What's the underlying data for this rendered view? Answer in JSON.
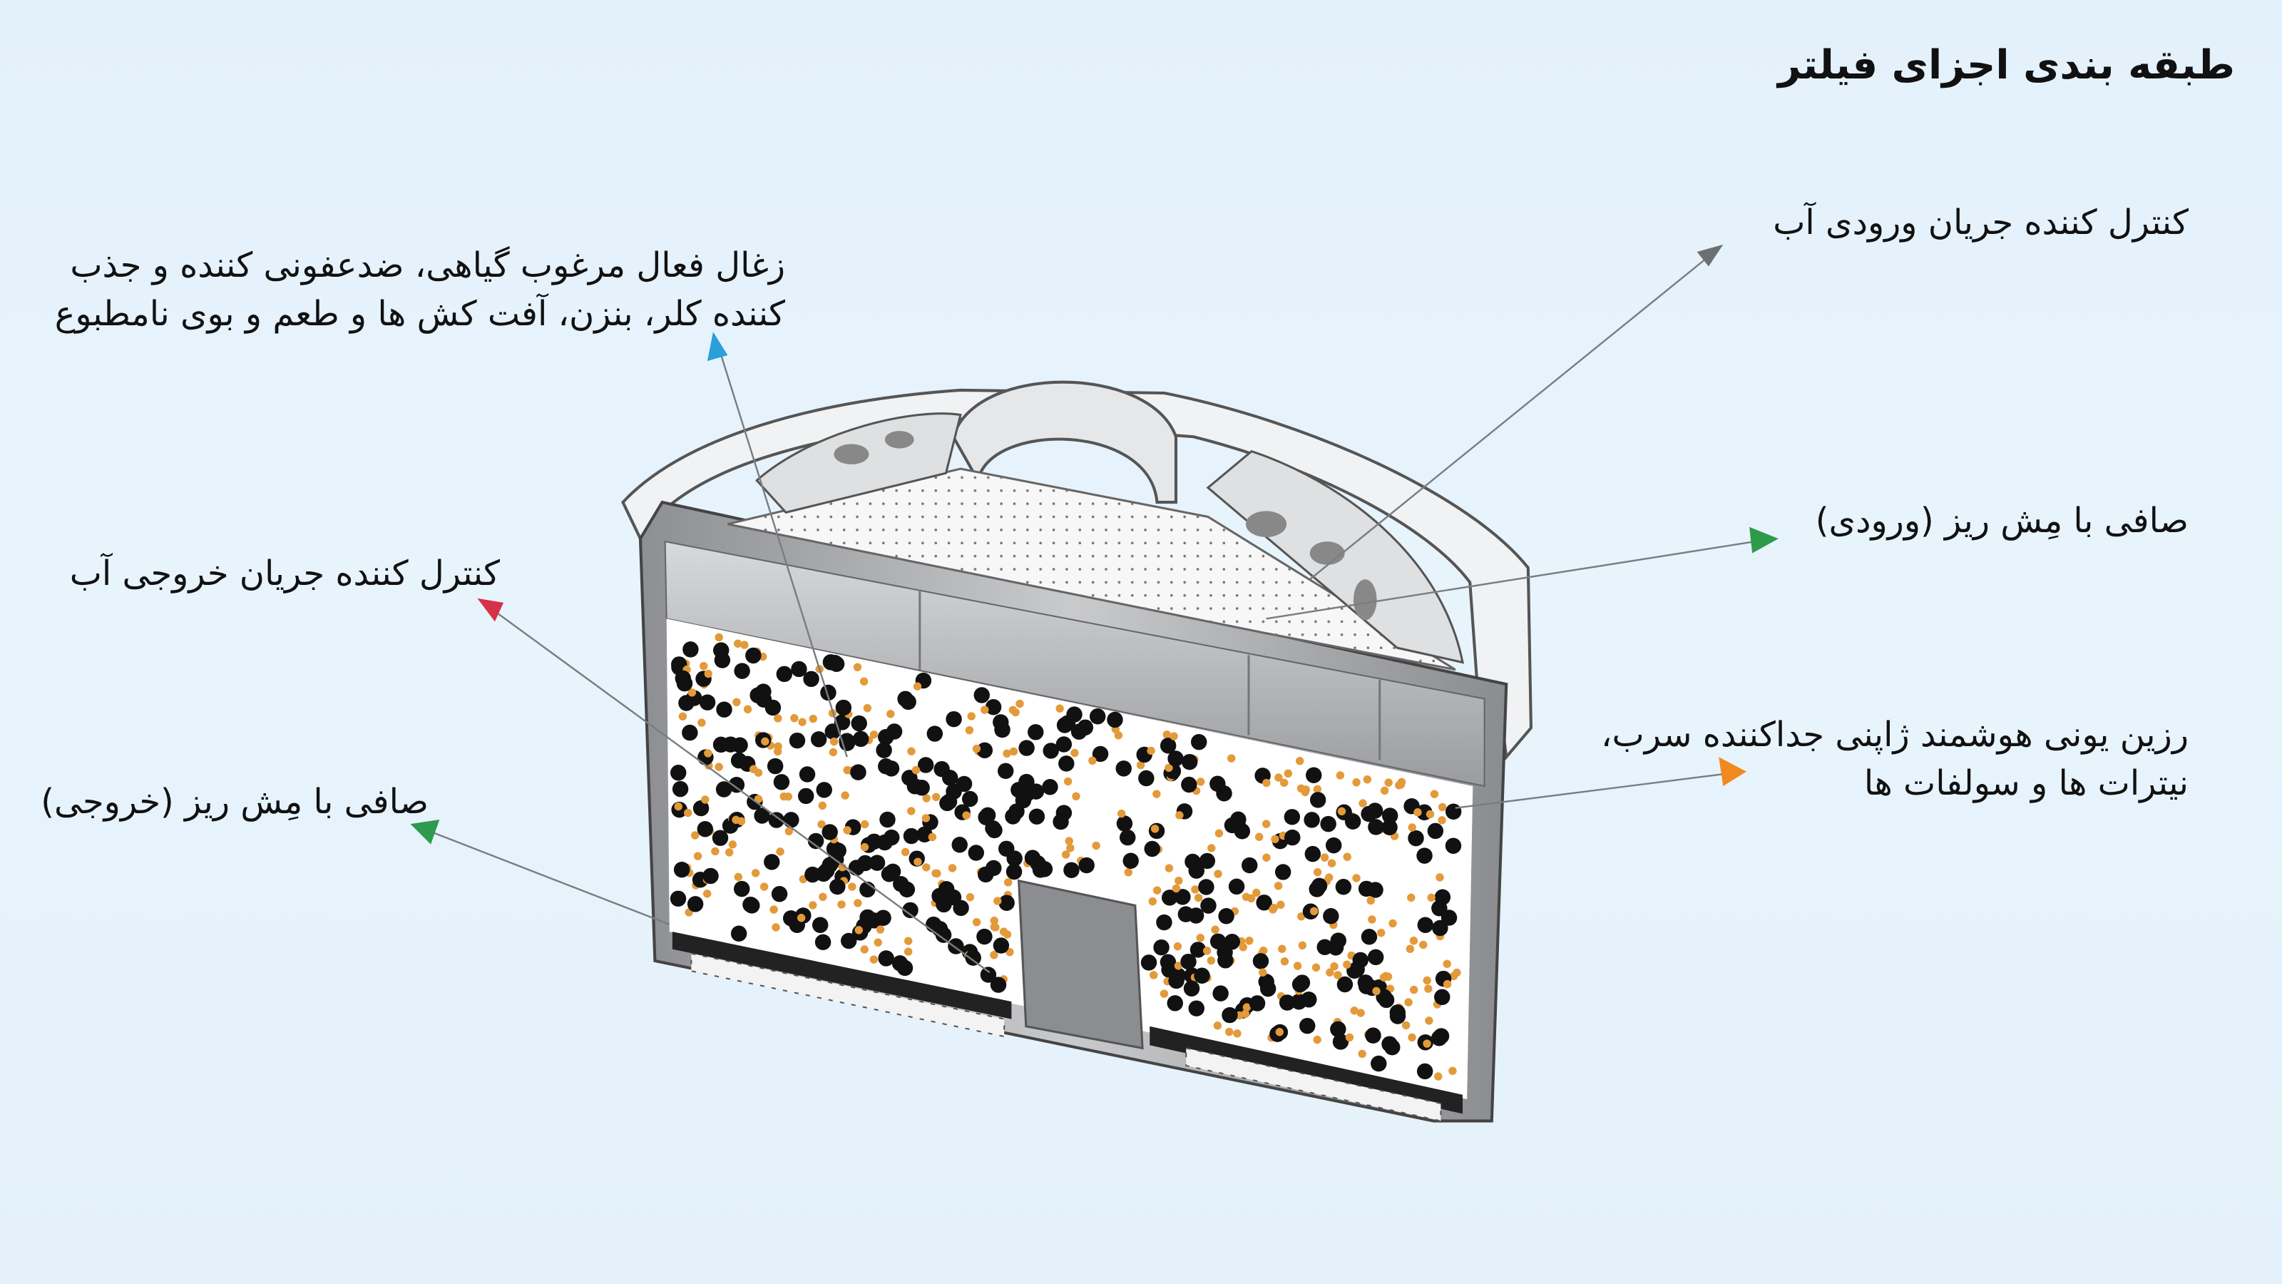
{
  "title": "طبقه بندی اجزای فیلتر",
  "labels": {
    "inlet_flow_control": "کنترل کننده جریان ورودی آب",
    "inlet_mesh": "صافی با مِش ریز (ورودی)",
    "resin_line1": "رزین یونی هوشمند ژاپنی جداکننده سرب،",
    "resin_line2": "نیترات ها و سولفات ها",
    "charcoal_line1": "زغال فعال مرغوب گیاهی، ضدعفونی کننده و جذب",
    "charcoal_line2": "کننده کلر، بنزن، آفت کش ها و طعم و بوی نامطبوع",
    "outlet_flow_control": "کنترل کننده جریان خروجی آب",
    "outlet_mesh": "صافی با مِش ریز (خروجی)"
  },
  "colors": {
    "arrow_gray": "#6b7073",
    "arrow_green": "#2e9a4c",
    "arrow_orange": "#ef8a1e",
    "arrow_blue": "#2a9fd8",
    "arrow_red": "#d6304a",
    "granule_dark": "#111111",
    "granule_orange": "#e39a3a"
  }
}
